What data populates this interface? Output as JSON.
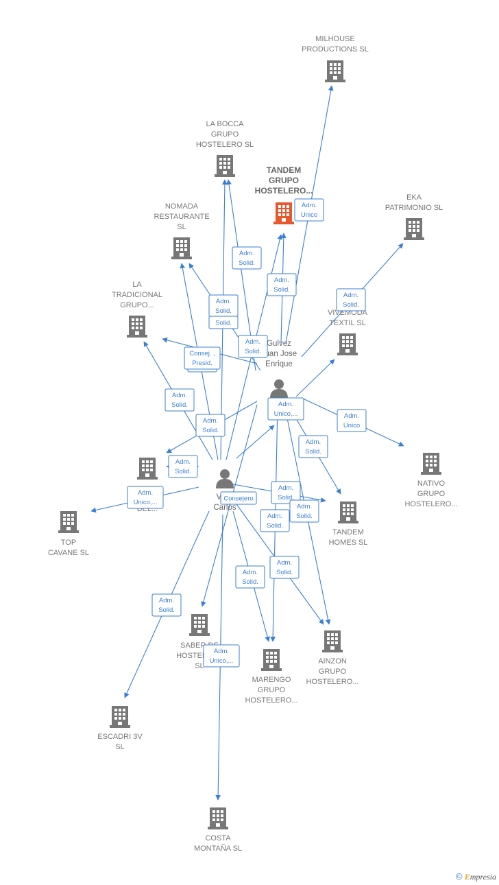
{
  "colors": {
    "edge": "#3a7fd5",
    "company": "#777777",
    "focus_company": "#e8572e",
    "person": "#777777"
  },
  "companies": [
    {
      "id": "milhouse",
      "lines": [
        "MILHOUSE",
        "PRODUCTIONS SL"
      ]
    },
    {
      "id": "labocca",
      "lines": [
        "LA BOCCA",
        "GRUPO",
        "HOSTELERO SL"
      ]
    },
    {
      "id": "tandem",
      "lines": [
        "TANDEM",
        "GRUPO",
        "HOSTELERO..."
      ],
      "focus": true
    },
    {
      "id": "eka",
      "lines": [
        "EKA",
        "PATRIMONIO SL"
      ]
    },
    {
      "id": "nomada",
      "lines": [
        "NOMADA",
        "RESTAURANTE",
        "SL"
      ]
    },
    {
      "id": "tradicional",
      "lines": [
        "LA",
        "TRADICIONAL",
        "GRUPO..."
      ]
    },
    {
      "id": "vivemoda",
      "lines": [
        "VIVEMODA",
        "TEXTIL  SL"
      ]
    },
    {
      "id": "nativo",
      "lines": [
        "NATIVO",
        "GRUPO",
        "HOSTELERO..."
      ]
    },
    {
      "id": "hidden",
      "lines": [
        "...",
        "DEL..."
      ]
    },
    {
      "id": "topcavane",
      "lines": [
        "TOP",
        "CAVANE  SL"
      ]
    },
    {
      "id": "tandemhomes",
      "lines": [
        "TANDEM",
        "HOMES  SL"
      ]
    },
    {
      "id": "saber",
      "lines": [
        "SABER DE",
        "HOSTELERO",
        "SL"
      ]
    },
    {
      "id": "marengo",
      "lines": [
        "MARENGO",
        "GRUPO",
        "HOSTELERO..."
      ]
    },
    {
      "id": "ainzon",
      "lines": [
        "AINZON",
        "GRUPO",
        "HOSTELERO..."
      ]
    },
    {
      "id": "escadri",
      "lines": [
        "ESCADRI 3V",
        "SL"
      ]
    },
    {
      "id": "costa",
      "lines": [
        "COSTA",
        "MONTAÑA SL"
      ]
    }
  ],
  "persons": [
    {
      "id": "p1",
      "lines": [
        "Gulvez",
        "Juan Jose",
        "Enrique"
      ]
    },
    {
      "id": "p2",
      "lines": [
        "Valle",
        "Carlos"
      ]
    }
  ],
  "badges": [
    [
      "Adm.",
      "Unico"
    ],
    [
      "Adm.",
      "Solid."
    ],
    [
      "Adm.",
      "Solid."
    ],
    [
      "Adm.",
      "Solid."
    ],
    [
      "Adm.",
      "Solid."
    ],
    [
      "Solid."
    ],
    [
      "Adm.",
      "Solid."
    ],
    [
      "Adm.",
      "Solid."
    ],
    [
      "Adm.",
      "Solid."
    ],
    [
      "Adm.",
      "Solid."
    ],
    [
      "Adm.",
      "Solid."
    ],
    [
      "Adm.",
      "Unico,..."
    ],
    [
      "Adm.",
      "Unico"
    ],
    [
      "Adm.",
      "Solid."
    ],
    [
      "Adm.",
      "Solid."
    ],
    [
      "Adm.",
      "Unico,..."
    ],
    [
      "Consejero"
    ],
    [
      "Adm.",
      "Solid."
    ],
    [
      "Adm.",
      "Solid."
    ],
    [
      "Adm.",
      "Solid."
    ],
    [
      "Adm.",
      "Solid."
    ],
    [
      "Adm.",
      "Solid."
    ],
    [
      "Adm.",
      "Unico,..."
    ],
    [
      "Consej. ,",
      "Presid."
    ]
  ],
  "footer": {
    "copyright": "©",
    "brand_initial": "E",
    "brand_rest": "mpresia"
  }
}
